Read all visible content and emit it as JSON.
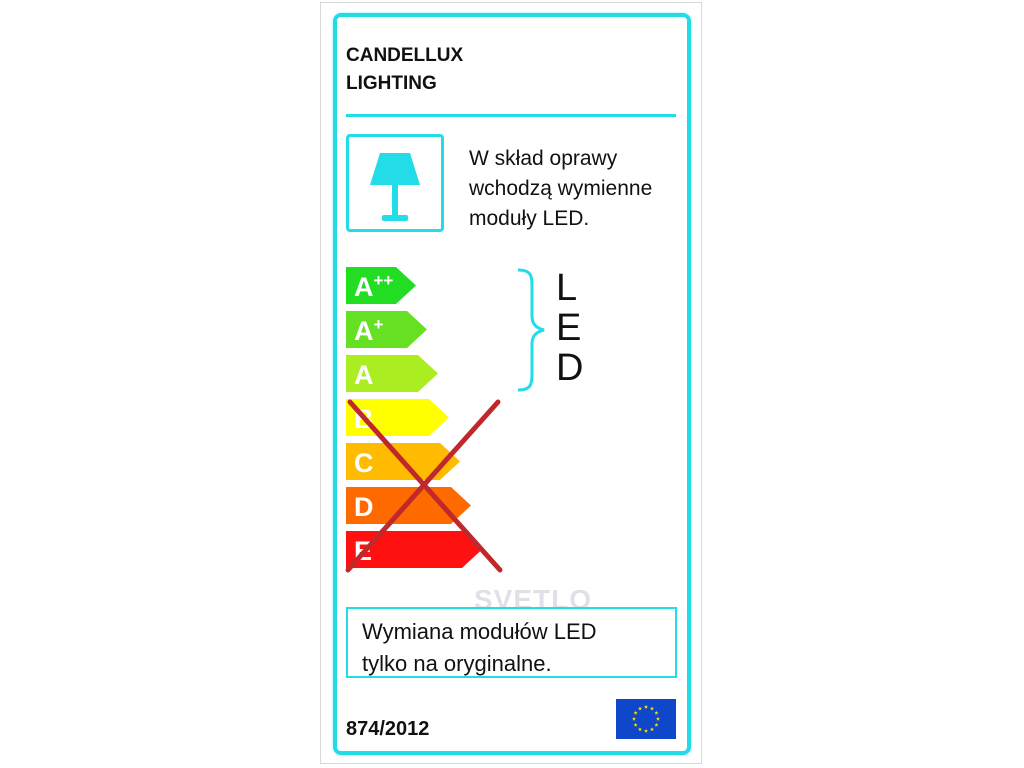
{
  "label": {
    "brand_line1": "CANDELLUX",
    "brand_line2": "LIGHTING",
    "intro_line1": "W skład oprawy",
    "intro_line2": "wchodzą wymienne",
    "intro_line3": "moduły LED.",
    "note_line1": "Wymiana modułów LED",
    "note_line2": "tylko na oryginalne.",
    "regulation": "874/2012",
    "watermark": "SVETLO"
  },
  "energy_classes": [
    {
      "letter": "A",
      "suffix": "++",
      "color": "#22dd22"
    },
    {
      "letter": "A",
      "suffix": "+",
      "color": "#66e022"
    },
    {
      "letter": "A",
      "suffix": "",
      "color": "#aaee22"
    },
    {
      "letter": "B",
      "suffix": "",
      "color": "#ffff00"
    },
    {
      "letter": "C",
      "suffix": "",
      "color": "#ffbb00"
    },
    {
      "letter": "D",
      "suffix": "",
      "color": "#ff6a00"
    },
    {
      "letter": "E",
      "suffix": "",
      "color": "#ff1111"
    }
  ],
  "applicable_type": {
    "letters": [
      "L",
      "E",
      "D"
    ]
  },
  "icons": {
    "lamp": "table-lamp-icon",
    "flag": "eu-flag-icon",
    "cross": "red-cross-mark"
  },
  "colors": {
    "frame": "#22dde8",
    "lamp": "#22dde8",
    "cross": "#c0282b",
    "flag_blue": "#0e47c9",
    "flag_star": "#ffdd00"
  }
}
